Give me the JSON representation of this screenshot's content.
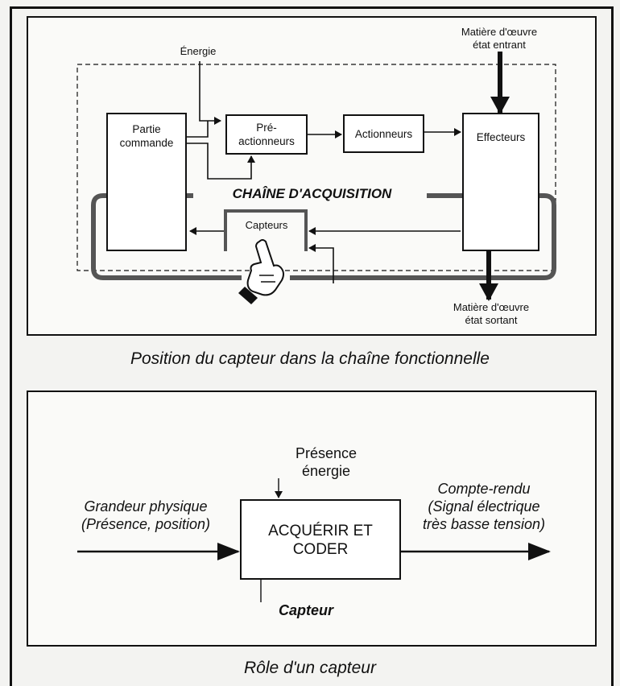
{
  "top_diagram": {
    "energie": "Énergie",
    "matiere_entrant": [
      "Matière d'œuvre",
      "état entrant"
    ],
    "matiere_sortant": [
      "Matière d'œuvre",
      "état sortant"
    ],
    "partie_commande": [
      "Partie",
      "commande"
    ],
    "preactionneurs": [
      "Pré-",
      "actionneurs"
    ],
    "actionneurs": "Actionneurs",
    "effecteurs": "Effecteurs",
    "capteurs": "Capteurs",
    "chaine_acquisition": "CHAÎNE D'ACQUISITION"
  },
  "caption_top": "Position du capteur dans la chaîne fonctionnelle",
  "bottom_diagram": {
    "presence_energie": [
      "Présence",
      "énergie"
    ],
    "grandeur_physique": [
      "Grandeur physique",
      "(Présence, position)"
    ],
    "compte_rendu": [
      "Compte-rendu",
      "(Signal électrique",
      "très basse tension)"
    ],
    "block": [
      "ACQUÉRIR ET",
      "CODER"
    ],
    "capteur": "Capteur"
  },
  "caption_bottom": "Rôle d'un capteur"
}
